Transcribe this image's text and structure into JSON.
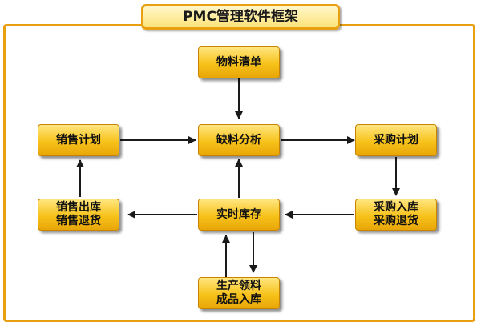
{
  "title": "PMC管理软件框架",
  "nodes": {
    "bom": "物料清单",
    "shortage": "缺料分析",
    "sales_plan": "销售计划",
    "purchase_plan": "采购计划",
    "sales_out": "销售出库\n销售退货",
    "inventory": "实时库存",
    "purchase_in": "采购入库\n采购退货",
    "production": "生产领料\n成品入库"
  },
  "colors": {
    "frame": "#e8a010",
    "node_fill": "#f7c21a",
    "arrow": "#1a1a1a"
  }
}
